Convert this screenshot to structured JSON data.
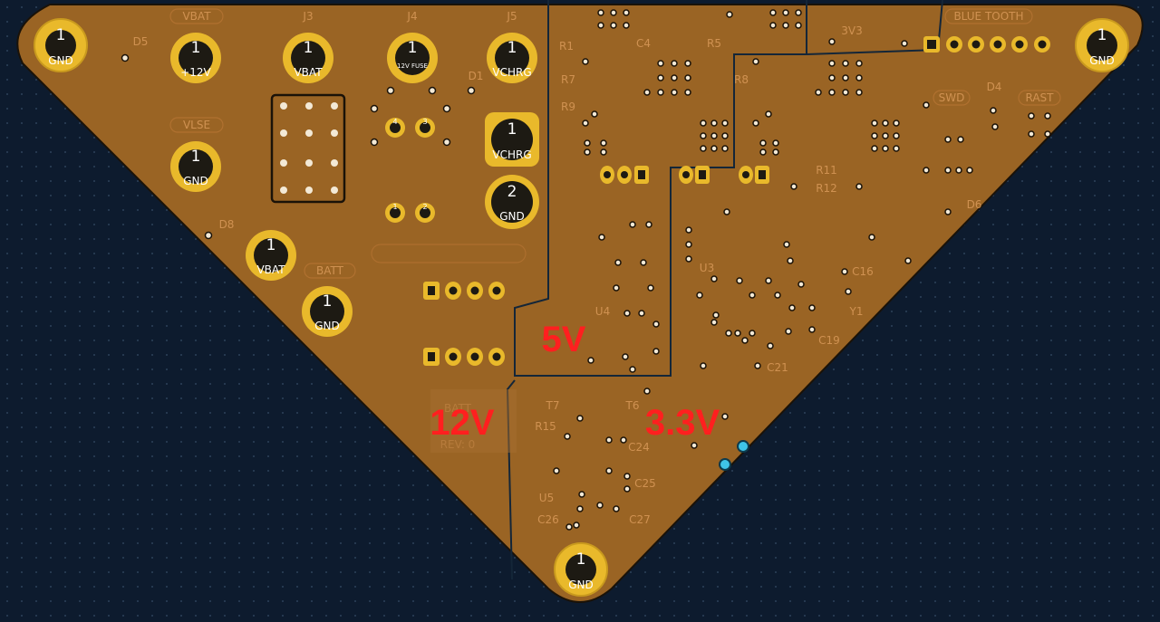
{
  "board": {
    "zone_labels": {
      "v12": "12V",
      "v5": "5V",
      "v33": "3.3V"
    },
    "mounting_holes": [
      {
        "num": "1",
        "name": "GND"
      },
      {
        "num": "1",
        "name": "GND"
      },
      {
        "num": "1",
        "name": "GND"
      }
    ],
    "connector_pads": [
      {
        "num": "1",
        "name": "+12V"
      },
      {
        "num": "1",
        "name": "VBAT"
      },
      {
        "num": "1",
        "name": "12V FUSE"
      },
      {
        "num": "1",
        "name": "VCHRG"
      },
      {
        "num": "1",
        "name": "GND"
      },
      {
        "num": "1",
        "name": "VBAT"
      },
      {
        "num": "1",
        "name": "GND"
      },
      {
        "num": "1",
        "name": "VCHRG"
      },
      {
        "num": "2",
        "name": "GND"
      }
    ],
    "small_pads": [
      "4",
      "3",
      "1",
      "2"
    ],
    "silkscreen": {
      "refs": [
        "J3",
        "J4",
        "J5",
        "D5",
        "D1",
        "D8",
        "R1",
        "R7",
        "R9",
        "R5",
        "R8",
        "C4",
        "U4",
        "U3",
        "U5",
        "R11",
        "R12",
        "R15",
        "C16",
        "C19",
        "C21",
        "C24",
        "C25",
        "C26",
        "C27",
        "T7",
        "T6",
        "Y1",
        "D4",
        "D6"
      ],
      "tags": [
        "VBAT",
        "VLSE",
        "BATT",
        "BLUE TOOTH",
        "SWD",
        "RAST",
        "BATT",
        "REV: 0",
        "3V3"
      ]
    }
  }
}
